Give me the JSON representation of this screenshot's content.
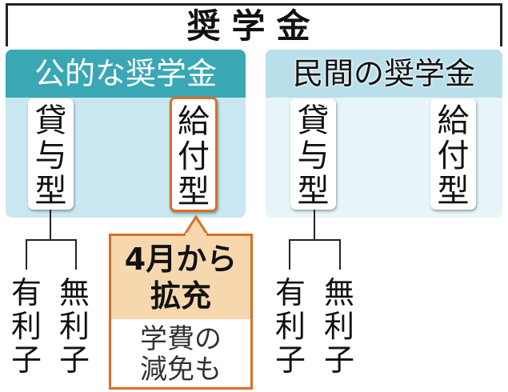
{
  "title": "奨学金",
  "public": {
    "heading": "公的な奨学金",
    "loan": [
      "貸",
      "与",
      "型"
    ],
    "grant": [
      "給",
      "付",
      "型"
    ]
  },
  "private": {
    "heading": "民間の奨学金",
    "loan": [
      "貸",
      "与",
      "型"
    ],
    "grant": [
      "給",
      "付",
      "型"
    ]
  },
  "loan_types": {
    "interest": [
      "有",
      "利",
      "子"
    ],
    "no_interest": [
      "無",
      "利",
      "子"
    ]
  },
  "callout": {
    "line1": "4月から",
    "line2": "拡充",
    "line3": "学費の",
    "line4": "減免も"
  },
  "colors": {
    "teal": "#3aa7b5",
    "light_teal": "#c9e7f0",
    "pale_blue": "#b9dfea",
    "pale_body": "#e7f4f8",
    "orange": "#d86f27",
    "peach": "#f7d7ae"
  }
}
